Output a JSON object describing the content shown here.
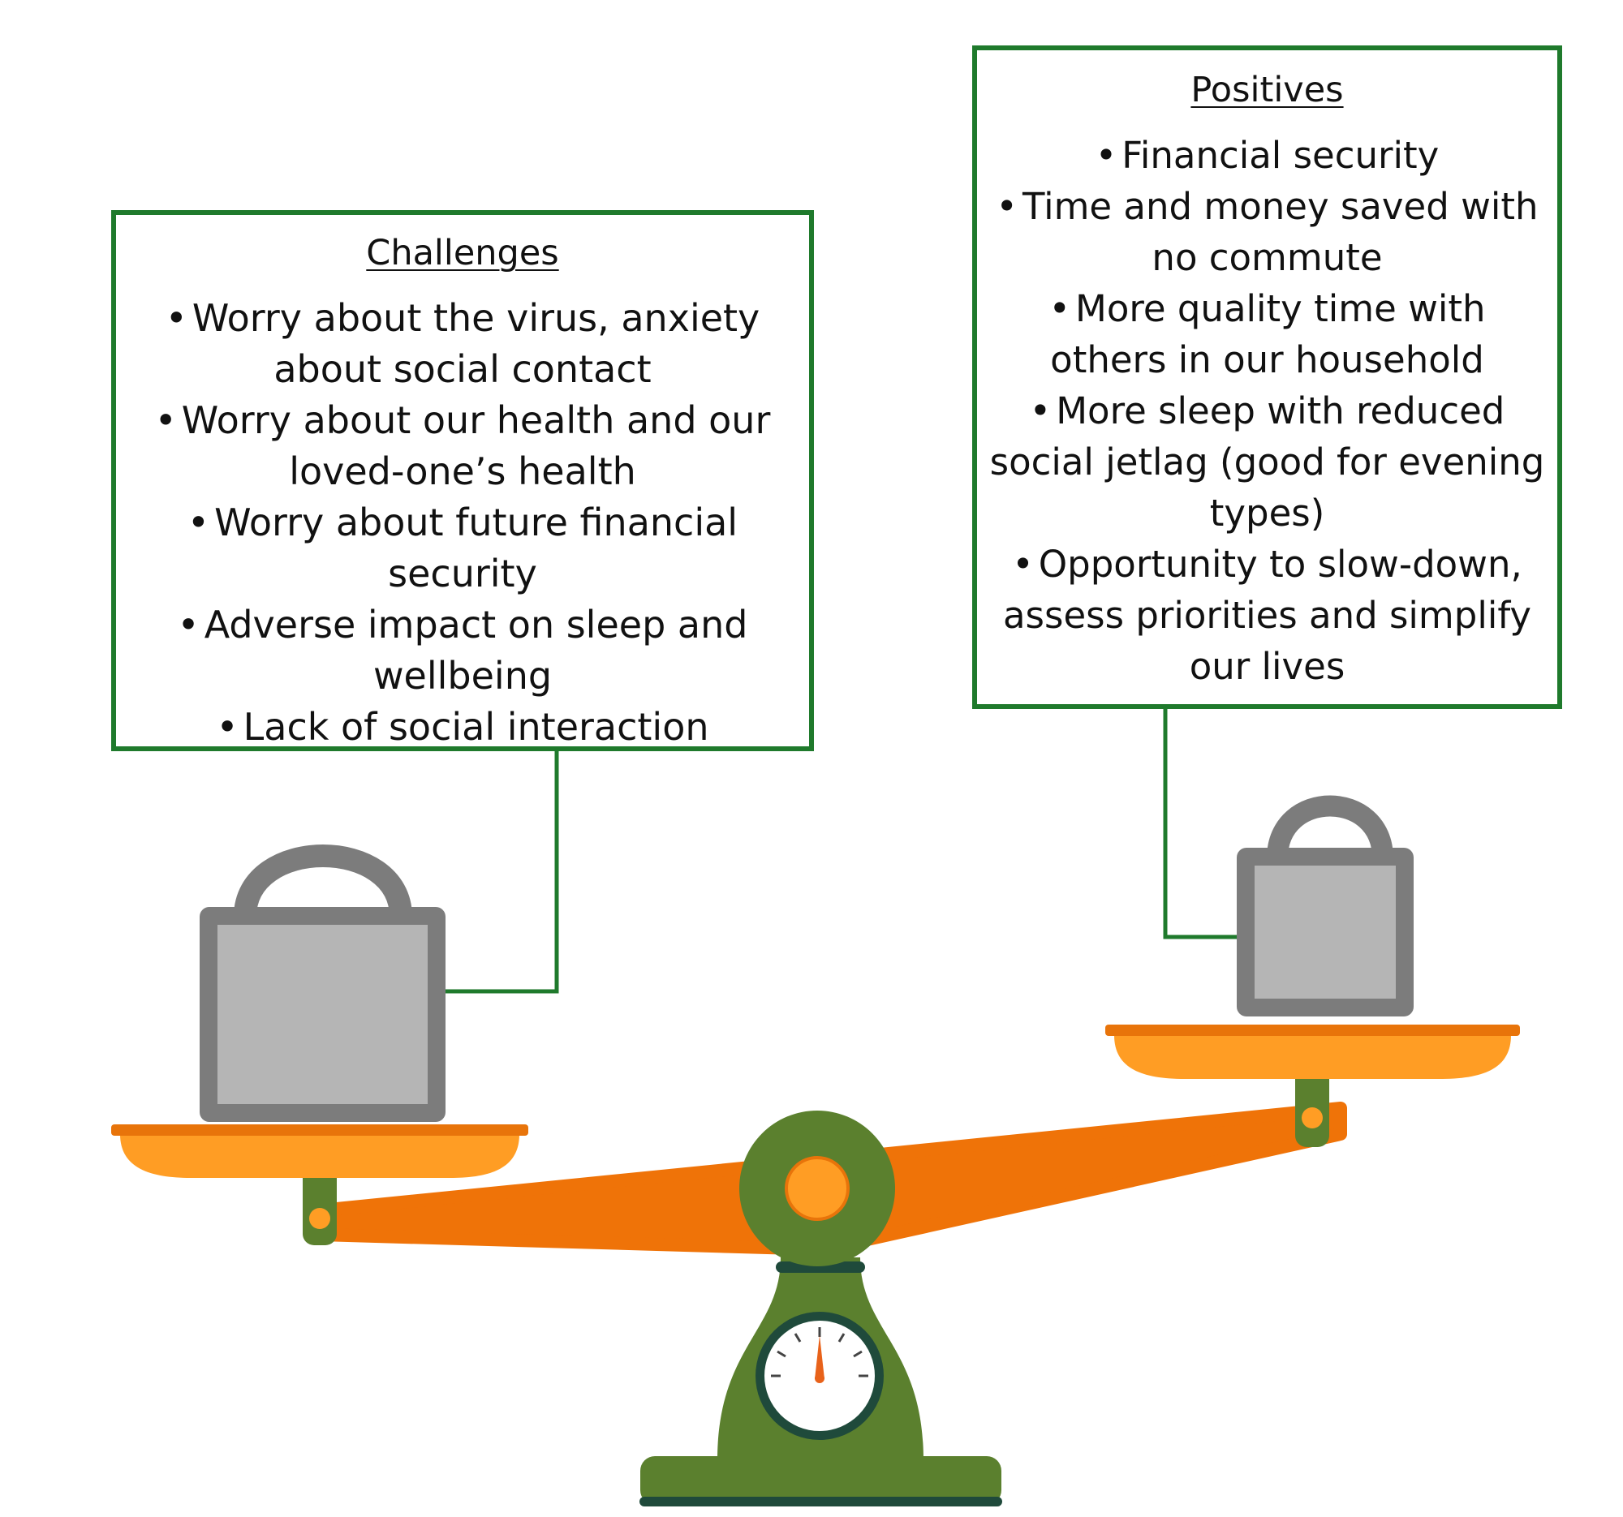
{
  "colors": {
    "box_border": "#1f7a2c",
    "connector": "#1f7a2c",
    "beam": "#ef7308",
    "pan_light": "#ff9d24",
    "pan_dark": "#e8740a",
    "base": "#5b802e",
    "base_dark": "#1f4a3b",
    "weight_frame": "#7c7c7c",
    "weight_fill": "#b5b5b5",
    "dial_face": "#ffffff",
    "needle": "#e8621a"
  },
  "challenges": {
    "title": "Challenges",
    "items": [
      "Worry about the virus, anxiety about social contact",
      "Worry about our health and our loved-one’s health",
      "Worry about future financial security",
      "Adverse impact on sleep and wellbeing",
      "Lack of social interaction"
    ]
  },
  "positives": {
    "title": "Positives",
    "items": [
      "Financial security",
      "Time and money saved with no commute",
      "More quality time with others in our household",
      "More sleep with reduced social jetlag (good for evening types)",
      "Opportunity to slow-down, assess priorities and simplify our lives"
    ]
  },
  "icons": {
    "left_weight": "heavy-weight-icon",
    "right_weight": "light-weight-icon",
    "dial": "gauge-dial-icon"
  }
}
